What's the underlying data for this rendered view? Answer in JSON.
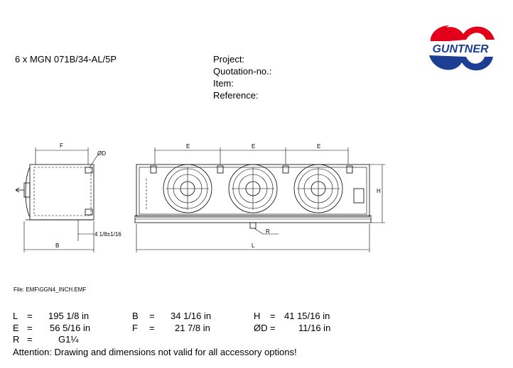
{
  "header": {
    "model": "6 x MGN 071B/34-AL/5P",
    "fields": [
      "Project:",
      "Quotation-no.:",
      "Item:",
      "Reference:"
    ],
    "logo_text": "GUNTNER",
    "brand_colors": {
      "red": "#e2001a",
      "blue": "#1c3f94"
    }
  },
  "drawing": {
    "labels": {
      "F": "F",
      "D": "ØD",
      "B": "B",
      "E": "E",
      "L": "L",
      "H": "H",
      "R": "R",
      "tolerance": "4 1/8±1/16"
    }
  },
  "file_ref": "File: EMF\\GGN4_INCH.EMF",
  "dimensions": [
    {
      "key": "L",
      "eq": "=",
      "value": "195 1/8 in"
    },
    {
      "key": "B",
      "eq": "=",
      "value": "34 1/16 in"
    },
    {
      "key": "H",
      "eq": "=",
      "value": "41 15/16 in"
    },
    {
      "key": "E",
      "eq": "=",
      "value": "56 5/16 in"
    },
    {
      "key": "F",
      "eq": "=",
      "value": "21 7/8 in"
    },
    {
      "key": "ØD",
      "eq": "=",
      "value": "11/16 in"
    },
    {
      "key": "R",
      "eq": "=",
      "value": "G1¼"
    }
  ],
  "attention": "Attention: Drawing and dimensions not valid for all accessory options!"
}
